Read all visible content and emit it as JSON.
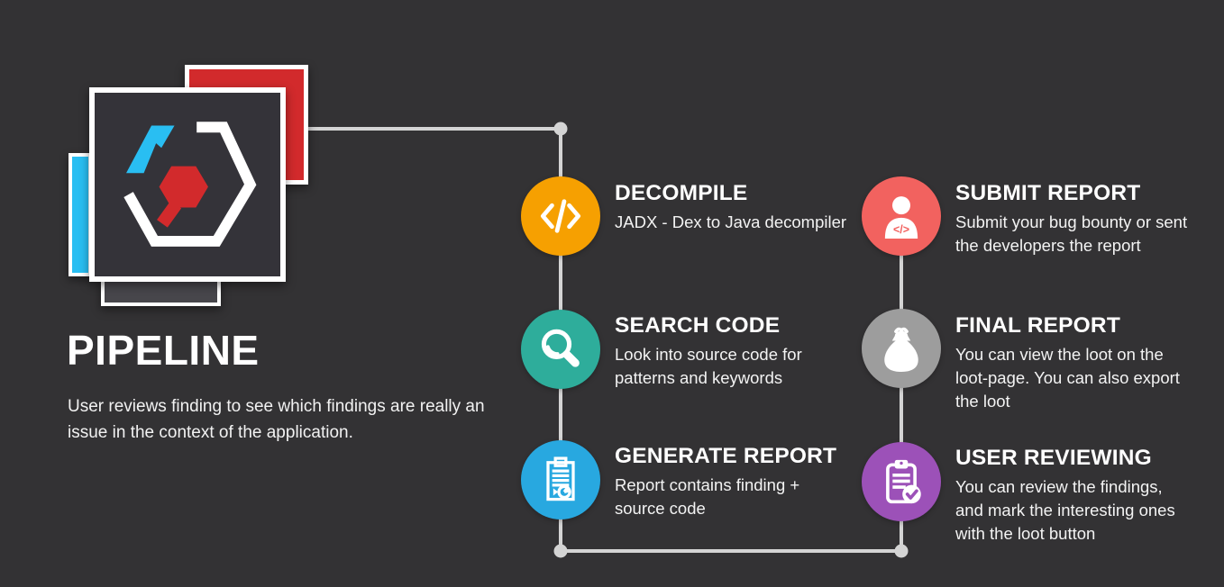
{
  "background": "#333234",
  "connector_color": "#D4D4D4",
  "logo": {
    "name": "hexagon-code-logo",
    "red": "#D22A2C",
    "cyan": "#29BEF2",
    "white": "#FFFFFF"
  },
  "header": {
    "title": "PIPELINE",
    "subtitle": "User reviews finding to see which findings are really an\nissue in the context of the application."
  },
  "steps": [
    {
      "id": "decompile",
      "title": "DECOMPILE",
      "description": "JADX - Dex to Java decompiler",
      "color": "#F6A001",
      "icon": "code-icon"
    },
    {
      "id": "search-code",
      "title": "SEARCH CODE",
      "description": "Look into source code for\npatterns and keywords",
      "color": "#2EAD9B",
      "icon": "search-icon"
    },
    {
      "id": "generate-report",
      "title": "GENERATE REPORT",
      "description": "Report contains finding +\nsource code",
      "color": "#28A8E0",
      "icon": "report-chart-icon"
    },
    {
      "id": "submit-report",
      "title": "SUBMIT REPORT",
      "description": "Submit your bug bounty or sent\nthe developers the report",
      "color": "#F2625F",
      "icon": "person-code-icon"
    },
    {
      "id": "final-report",
      "title": "FINAL REPORT",
      "description": "You can view the loot on the\nloot-page. You can also export\nthe loot",
      "color": "#9D9D9D",
      "icon": "money-bag-icon"
    },
    {
      "id": "user-reviewing",
      "title": "USER REVIEWING",
      "description": "You can review the findings,\nand mark the interesting ones\nwith the loot button",
      "color": "#9C51B8",
      "icon": "clipboard-check-icon"
    }
  ]
}
